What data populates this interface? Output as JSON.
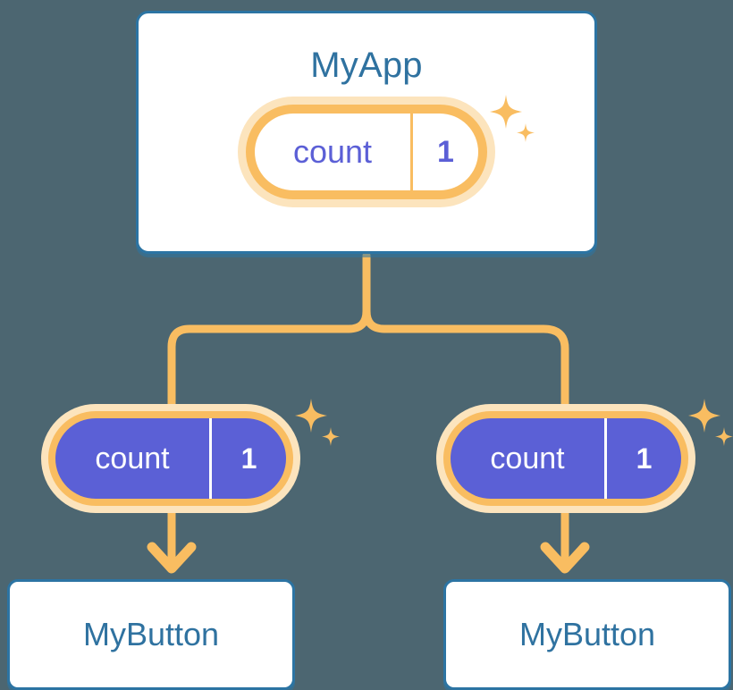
{
  "diagram": {
    "title_text": "MyApp",
    "background_color": "#4c6671",
    "accent_orange": "#f9bd61",
    "accent_orange_soft": "#fce4bd",
    "accent_purple": "#5b60d6",
    "accent_blue": "#2f72a0",
    "card_border_color": "#2c74a3"
  },
  "parent": {
    "label": "MyApp",
    "state_pill": {
      "key": "count",
      "value": "1",
      "style": "outlined",
      "fill": "#ffffff",
      "text_color": "#5b5fd6",
      "ring_color": "#f9bd61"
    },
    "sparkle": {
      "large_name": "sparkle-large-icon",
      "small_name": "sparkle-small-icon"
    }
  },
  "children": [
    {
      "label": "MyButton",
      "state_pill": {
        "key": "count",
        "value": "1",
        "style": "filled",
        "fill": "#5b60d6",
        "text_color": "#ffffff",
        "ring_color": "#f9bd61"
      }
    },
    {
      "label": "MyButton",
      "state_pill": {
        "key": "count",
        "value": "1",
        "style": "filled",
        "fill": "#5b60d6",
        "text_color": "#ffffff",
        "ring_color": "#f9bd61"
      }
    }
  ],
  "connectors": {
    "branch_color": "#f9bd61",
    "arrow_color": "#f9bd61",
    "branch_name": "parent-to-children-branch",
    "arrow_left_name": "pill-to-button-arrow-left",
    "arrow_right_name": "pill-to-button-arrow-right"
  }
}
